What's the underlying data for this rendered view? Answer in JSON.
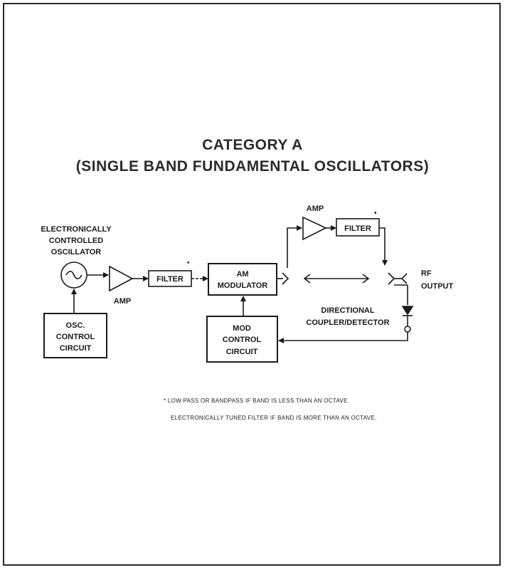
{
  "title_line1": "CATEGORY A",
  "title_line2": "(SINGLE BAND FUNDAMENTAL OSCILLATORS)",
  "labels": {
    "eco_line1": "ELECTRONICALLY",
    "eco_line2": "CONTROLLED",
    "eco_line3": "OSCILLATOR",
    "amp": "AMP",
    "filter": "FILTER",
    "am_mod_line1": "AM",
    "am_mod_line2": "MODULATOR",
    "osc_ctrl_line1": "OSC.",
    "osc_ctrl_line2": "CONTROL",
    "osc_ctrl_line3": "CIRCUIT",
    "mod_ctrl_line1": "MOD",
    "mod_ctrl_line2": "CONTROL",
    "mod_ctrl_line3": "CIRCUIT",
    "upper_amp": "AMP",
    "upper_filter": "FILTER",
    "rf_line1": "RF",
    "rf_line2": "OUTPUT",
    "dc_line1": "DIRECTIONAL",
    "dc_line2": "COUPLER/DETECTOR",
    "asterisk": "*",
    "dot": "•"
  },
  "notes": {
    "note1": "* LOW PASS OR BANDPASS IF BAND IS LESS THAN AN OCTAVE.",
    "note2": "ELECTRONICALLY TUNED FILTER IF BAND IS MORE THAN AN OCTAVE."
  }
}
